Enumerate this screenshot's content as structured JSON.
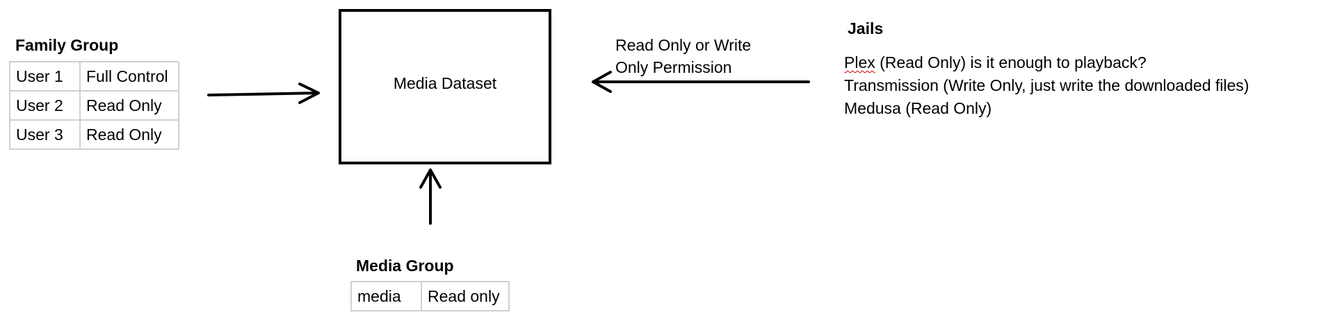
{
  "family_group": {
    "title": "Family Group",
    "rows": [
      {
        "user": "User 1",
        "permission": "Full Control"
      },
      {
        "user": "User 2",
        "permission": "Read Only"
      },
      {
        "user": "User 3",
        "permission": "Read Only"
      }
    ]
  },
  "media_dataset": {
    "label": "Media Dataset"
  },
  "permission_note": {
    "line1": "Read Only or Write",
    "line2": "Only Permission"
  },
  "jails": {
    "title": "Jails",
    "items": [
      {
        "name": "Plex",
        "rest": " (Read Only) is it enough to playback?",
        "spell_flagged": true
      },
      {
        "name": "Transmission",
        "rest": " (Write Only, just write the downloaded files)",
        "spell_flagged": false
      },
      {
        "name": "Medusa",
        "rest": " (Read Only)",
        "spell_flagged": false
      }
    ]
  },
  "media_group": {
    "title": "Media Group",
    "rows": [
      {
        "user": "media",
        "permission": "Read only"
      }
    ]
  }
}
